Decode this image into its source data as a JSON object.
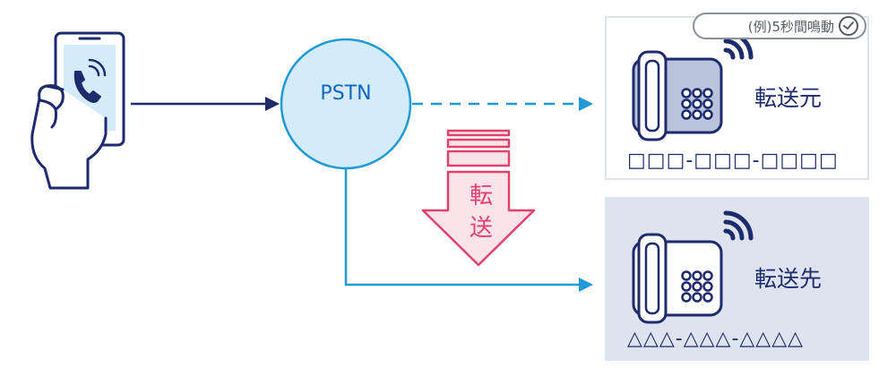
{
  "pstn": {
    "label": "PSTN"
  },
  "transfer_arrow": {
    "chars": [
      "転",
      "送"
    ]
  },
  "source": {
    "label": "転送元",
    "number": "□□□-□□□-□□□□"
  },
  "destination": {
    "label": "転送先",
    "number": "△△△-△△△-△△△△"
  },
  "example_badge": {
    "text": "(例)5秒間鳴動"
  },
  "colors": {
    "navy": "#1d2a6b",
    "blue": "#1f9ad6",
    "pink": "#e0426e",
    "pink_fill": "#fbe3ea",
    "pstn_fill": "#d4ecfa",
    "dest_panel": "#dde4ef"
  },
  "icons": [
    "smartphone-hand-icon",
    "desk-phone-icon",
    "ringing-waves-icon",
    "clock-check-icon"
  ]
}
